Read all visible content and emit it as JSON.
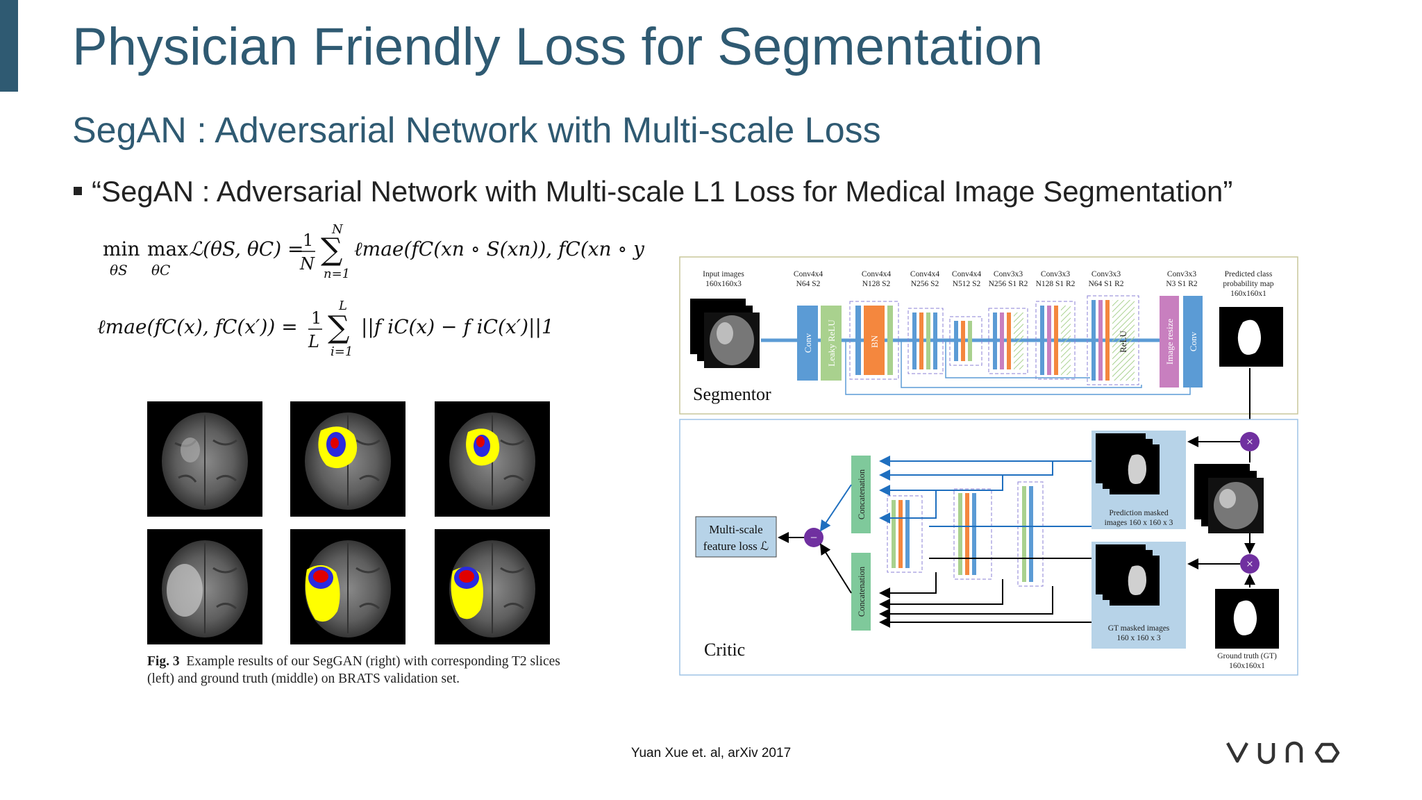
{
  "slide": {
    "title": "Physician Friendly Loss for Segmentation",
    "subtitle": "SegAN : Adversarial Network with Multi-scale Loss",
    "bullet": "“SegAN : Adversarial Network with Multi-scale L1 Loss for Medical Image Segmentation”",
    "citation": "Yuan Xue et. al, arXiv 2017",
    "logo_text": "VUNO"
  },
  "equations": {
    "eq1_lhs_min": "min",
    "eq1_lhs_max": "max",
    "eq1_sub_s": "θS",
    "eq1_sub_c": "θC",
    "eq1_loss": "ℒ(θS, θC) =",
    "eq1_frac_num": "1",
    "eq1_frac_den": "N",
    "eq1_sum_top": "N",
    "eq1_sum_bot": "n=1",
    "eq1_body": "ℓmae(fC(xn ∘ S(xn)), fC(xn ∘ yn))",
    "eq2_lhs": "ℓmae(fC(x), fC(x′)) =",
    "eq2_frac_num": "1",
    "eq2_frac_den": "L",
    "eq2_sum_top": "L",
    "eq2_sum_bot": "i=1",
    "eq2_body": "||f iC(x) − f iC(x′)||1"
  },
  "figure_caption": {
    "label": "Fig. 3",
    "text": "Example results of our SegGAN (right) with corresponding T2 slices (left) and ground truth (middle) on BRATS validation set."
  },
  "diagram": {
    "segmentor_label": "Segmentor",
    "critic_label": "Critic",
    "input_label_1": "Input images",
    "input_label_2": "160x160x3",
    "layers": [
      {
        "l1": "Conv4x4",
        "l2": "N64 S2"
      },
      {
        "l1": "Conv4x4",
        "l2": "N128 S2"
      },
      {
        "l1": "Conv4x4",
        "l2": "N256 S2"
      },
      {
        "l1": "Conv4x4",
        "l2": "N512 S2"
      },
      {
        "l1": "Conv3x3",
        "l2": "N256 S1 R2"
      },
      {
        "l1": "Conv3x3",
        "l2": "N128 S1 R2"
      },
      {
        "l1": "Conv3x3",
        "l2": "N64 S1 R2"
      },
      {
        "l1": "Conv3x3",
        "l2": "N3 S1 R2"
      }
    ],
    "output_label_1": "Predicted class",
    "output_label_2": "probability map",
    "output_label_3": "160x160x1",
    "block_conv": "Conv",
    "block_leaky": "Leaky ReLU",
    "block_bn": "BN",
    "block_relu": "ReLU",
    "block_resize": "Image resize",
    "block_conv2": "Conv",
    "concat_label": "Concatenation",
    "loss_label_1": "Multi-scale",
    "loss_label_2": "feature loss ℒ",
    "pred_masked_1": "Prediction masked",
    "pred_masked_2": "images 160 x 160 x 3",
    "gt_masked_1": "GT masked images",
    "gt_masked_2": "160 x 160 x 3",
    "gt_label_1": "Ground truth (GT)",
    "gt_label_2": "160x160x1",
    "op_times": "×",
    "op_minus": "−"
  },
  "colors": {
    "title": "#2f5a72",
    "conv_blue": "#5b9bd5",
    "relu_green": "#a9d18e",
    "bn_orange": "#f4873e",
    "resize_pink": "#c87fbf",
    "concat_green": "#7fc99b",
    "op_purple": "#7030a0",
    "tumor_yellow": "#ffff00",
    "tumor_red": "#e00000",
    "tumor_blue": "#2a2ae0"
  }
}
